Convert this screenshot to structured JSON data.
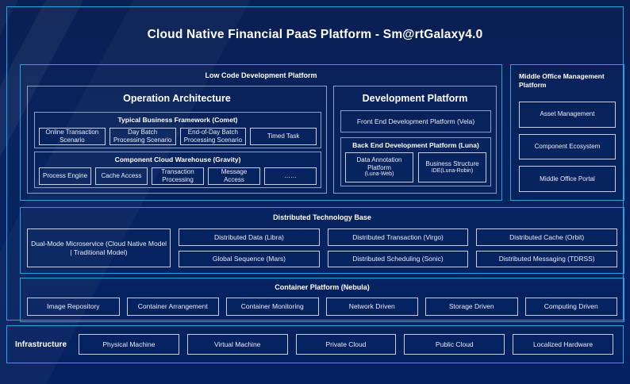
{
  "title": "Cloud Native Financial PaaS Platform - Sm@rtGalaxy4.0",
  "colors": {
    "background": "#05215e",
    "accent_border": "#23a3e8",
    "panel_border": "#2f9ede",
    "chip_border": "#c8cfe4",
    "text": "#ffffff"
  },
  "low_code": {
    "title": "Low Code Development Platform",
    "operation_architecture": {
      "title": "Operation Architecture",
      "comet": {
        "title": "Typical Business Framework (Comet)",
        "items": [
          "Online Transaction Scenario",
          "Day Batch Processing Scenario",
          "End-of-Day Batch Processing Scenario",
          "Timed Task"
        ]
      },
      "gravity": {
        "title": "Component Cloud Warehouse (Gravity)",
        "items": [
          "Process Engine",
          "Cache Access",
          "Transaction Processing",
          "Message Access",
          "……"
        ]
      }
    },
    "development_platform": {
      "title": "Development Platform",
      "front_end": "Front End Development Platform (Vela)",
      "back_end": {
        "title": "Back End Development Platform (Luna)",
        "items": [
          {
            "main": "Data Annotation Platform",
            "sub": "(Luna-Web)"
          },
          {
            "main": "Business Structure",
            "sub": "IDE(Luna-Robin)"
          }
        ]
      }
    }
  },
  "middle_office": {
    "title": "Middle Office Management Platform",
    "items": [
      "Asset Management",
      "Component Ecosystem",
      "Middle Office Portal"
    ]
  },
  "distributed_base": {
    "title": "Distributed Technology Base",
    "tall_item": "Dual-Mode Microservice (Cloud Native Model | Traditional Model)",
    "items": [
      "Distributed Data (Libra)",
      "Distributed Transaction (Virgo)",
      "Distributed Cache (Orbit)",
      "Global Sequence (Mars)",
      "Distributed Scheduling (Sonic)",
      "Distributed Messaging (TDRSS)"
    ]
  },
  "container_platform": {
    "title": "Container Platform (Nebula)",
    "items": [
      "Image Repository",
      "Container Arrangement",
      "Container Monitoring",
      "Network Driven",
      "Storage Driven",
      "Computing Driven"
    ]
  },
  "infrastructure": {
    "label": "Infrastructure",
    "items": [
      "Physical Machine",
      "Virtual Machine",
      "Private Cloud",
      "Public Cloud",
      "Localized Hardware"
    ]
  }
}
